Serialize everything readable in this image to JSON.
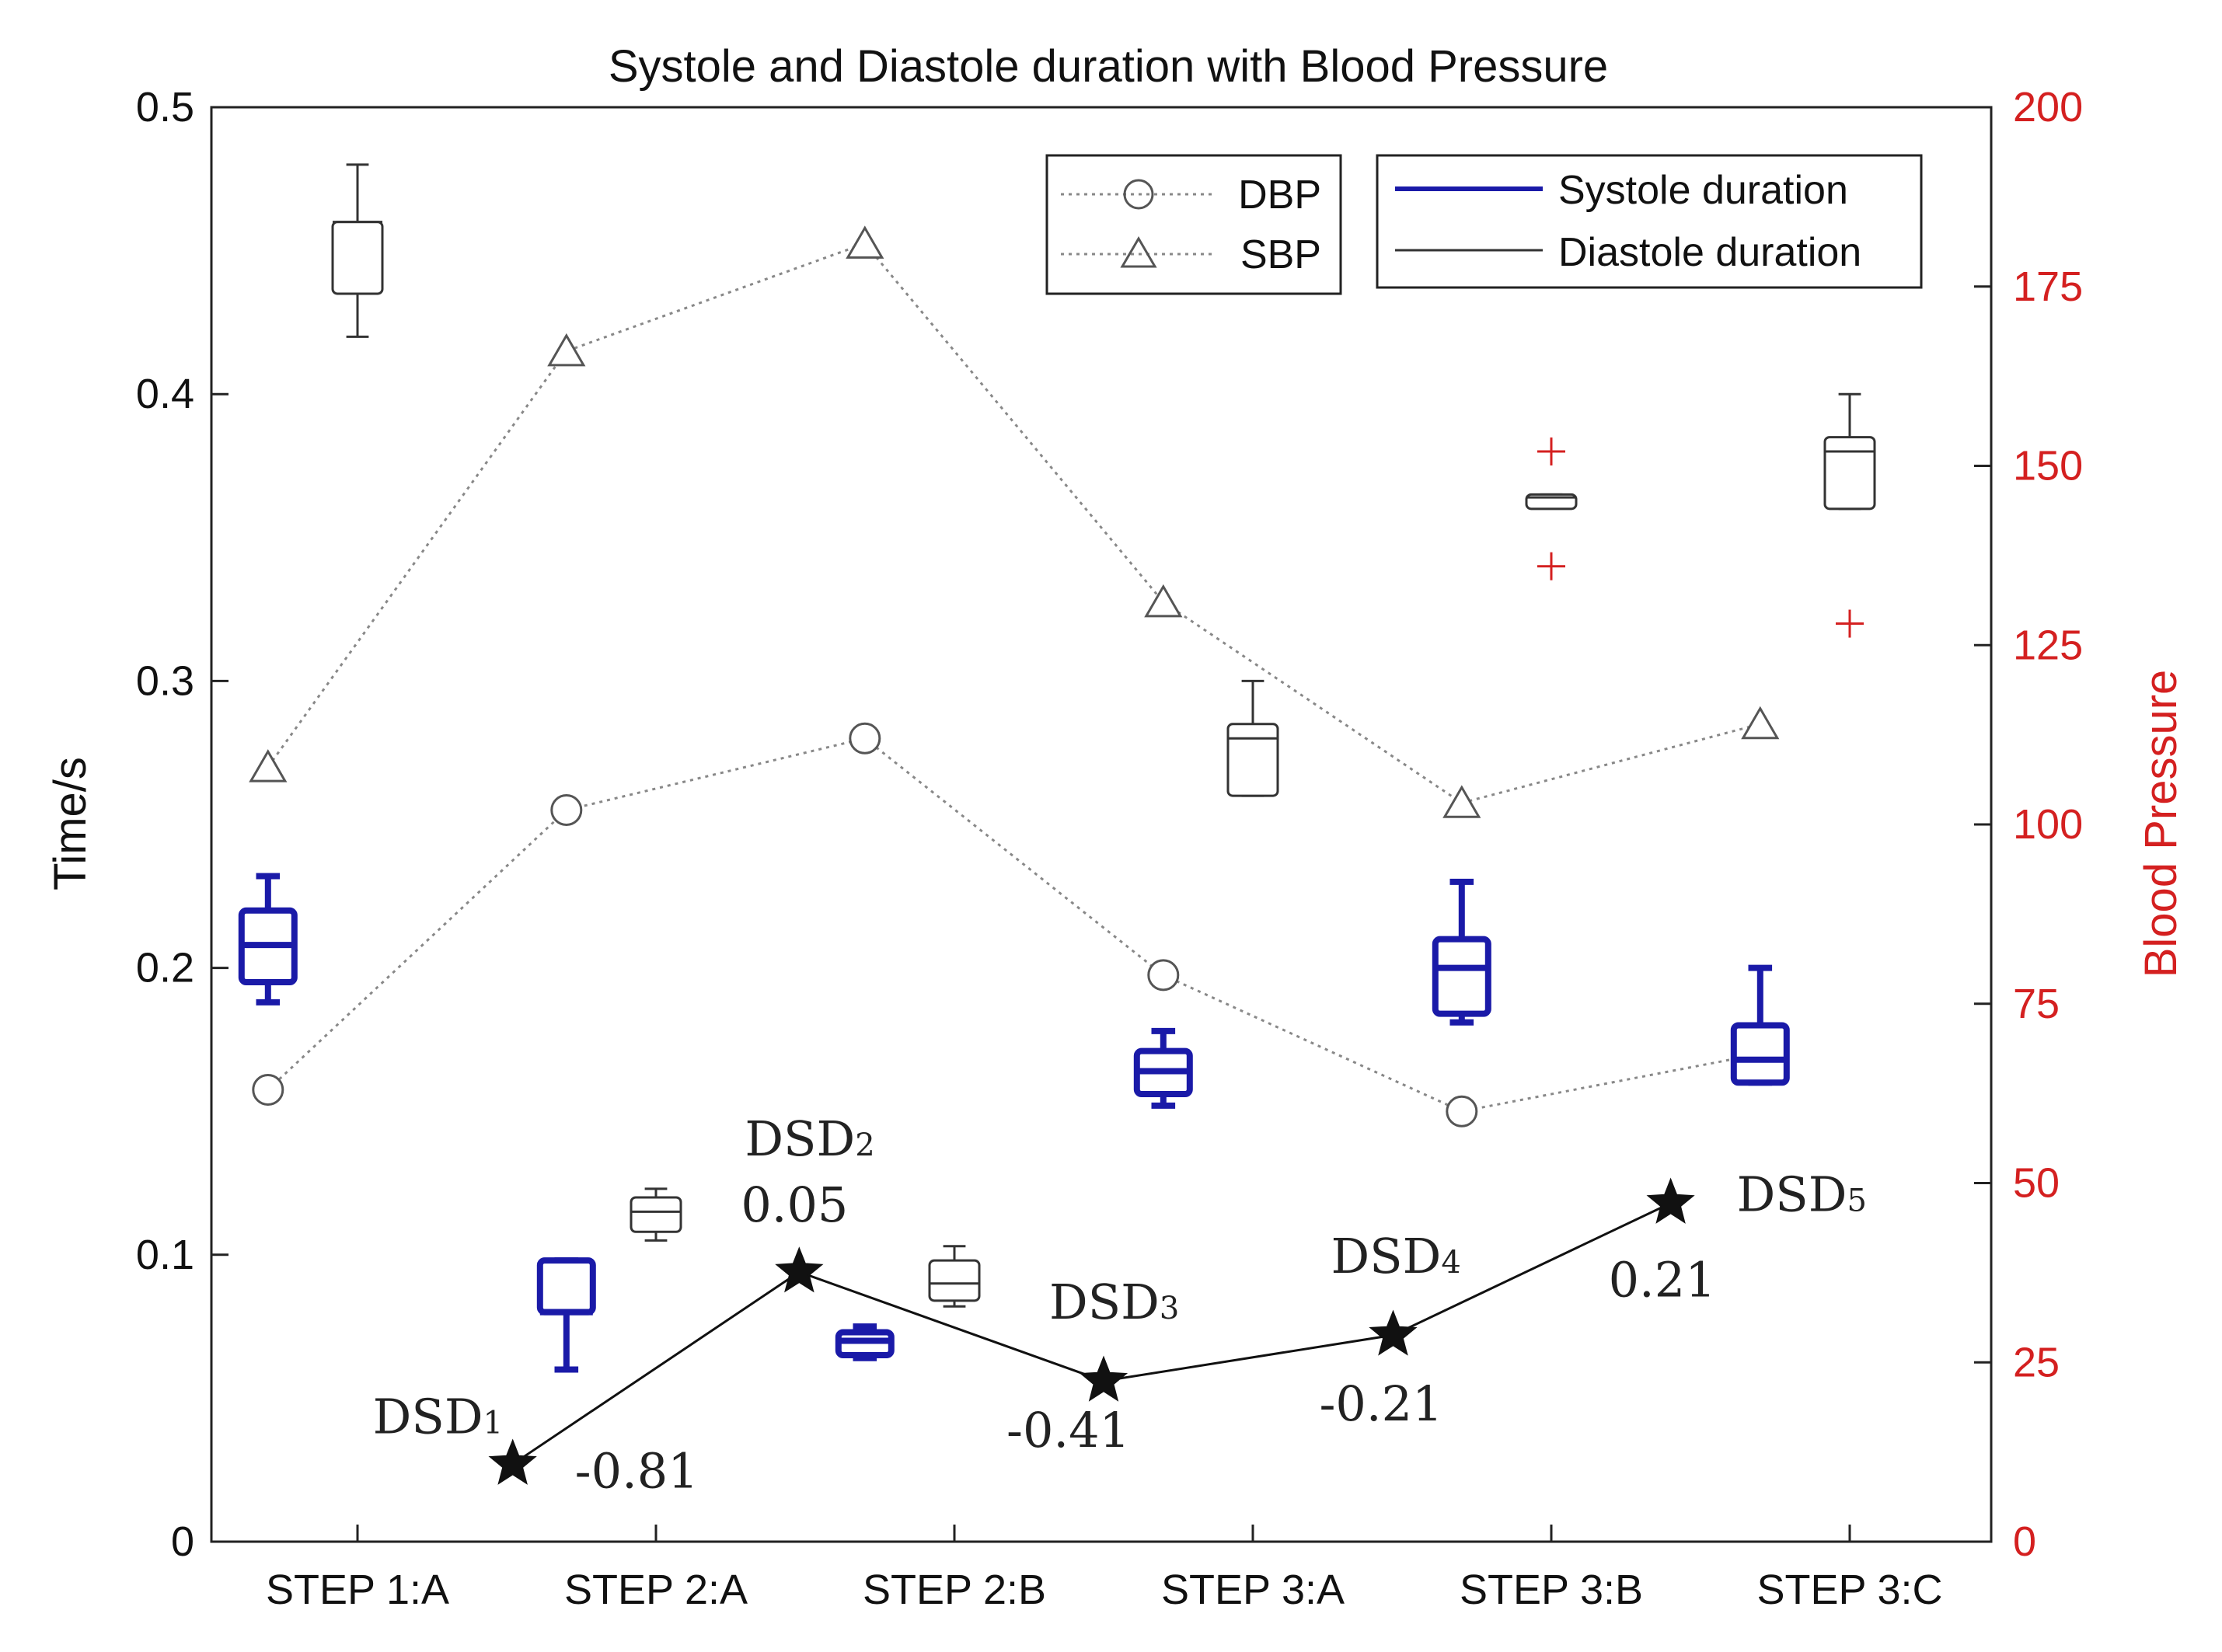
{
  "chart_data": {
    "type": "box+line",
    "title": "Systole and Diastole duration with Blood Pressure",
    "ylabel_left": "Time/s",
    "ylabel_right": "Blood Pressure",
    "categories": [
      "STEP 1:A",
      "STEP 2:A",
      "STEP 2:B",
      "STEP 3:A",
      "STEP 3:B",
      "STEP 3:C"
    ],
    "ylim_left": [
      0,
      0.5
    ],
    "yticks_left": [
      "0",
      "0.1",
      "0.2",
      "0.3",
      "0.4",
      "0.5"
    ],
    "ylim_right": [
      0,
      200
    ],
    "yticks_right": [
      "0",
      "25",
      "50",
      "75",
      "100",
      "125",
      "150",
      "175",
      "200"
    ],
    "grid": false,
    "legend_position": "top-right",
    "legends": {
      "pressure": [
        {
          "name": "DBP",
          "marker": "circle"
        },
        {
          "name": "SBP",
          "marker": "triangle"
        }
      ],
      "duration": [
        {
          "name": "Systole duration",
          "color": "#1a1aa8"
        },
        {
          "name": "Diastole duration",
          "color": "#333333"
        }
      ]
    },
    "series_pressure": [
      {
        "name": "DBP",
        "axis": "right",
        "x": [
          -0.3,
          0.7,
          1.7,
          2.7,
          3.7,
          4.7
        ],
        "values": [
          63,
          102,
          112,
          79,
          60,
          68
        ]
      },
      {
        "name": "SBP",
        "axis": "right",
        "x": [
          -0.3,
          0.7,
          1.7,
          2.7,
          3.7,
          4.7
        ],
        "values": [
          108,
          166,
          181,
          131,
          103,
          114
        ]
      }
    ],
    "systole_boxes": [
      {
        "x": -0.3,
        "whisker_low": 0.188,
        "q1": 0.195,
        "median": 0.208,
        "q3": 0.22,
        "whisker_high": 0.232
      },
      {
        "x": 0.7,
        "whisker_low": 0.06,
        "q1": 0.08,
        "median": 0.08,
        "q3": 0.098,
        "whisker_high": 0.098
      },
      {
        "x": 1.7,
        "whisker_low": 0.064,
        "q1": 0.065,
        "median": 0.07,
        "q3": 0.073,
        "whisker_high": 0.075
      },
      {
        "x": 2.7,
        "whisker_low": 0.152,
        "q1": 0.156,
        "median": 0.164,
        "q3": 0.171,
        "whisker_high": 0.178
      },
      {
        "x": 3.7,
        "whisker_low": 0.181,
        "q1": 0.184,
        "median": 0.2,
        "q3": 0.21,
        "whisker_high": 0.23
      },
      {
        "x": 4.7,
        "whisker_low": 0.16,
        "q1": 0.16,
        "median": 0.168,
        "q3": 0.18,
        "whisker_high": 0.2
      }
    ],
    "diastole_boxes": [
      {
        "x": 0.0,
        "whisker_low": 0.42,
        "q1": 0.435,
        "median": 0.46,
        "q3": 0.46,
        "whisker_high": 0.48,
        "outliers": []
      },
      {
        "x": 1.0,
        "whisker_low": 0.105,
        "q1": 0.108,
        "median": 0.115,
        "q3": 0.12,
        "whisker_high": 0.123,
        "outliers": []
      },
      {
        "x": 2.0,
        "whisker_low": 0.082,
        "q1": 0.084,
        "median": 0.09,
        "q3": 0.098,
        "whisker_high": 0.103,
        "outliers": []
      },
      {
        "x": 3.0,
        "whisker_low": 0.26,
        "q1": 0.26,
        "median": 0.28,
        "q3": 0.285,
        "whisker_high": 0.3,
        "outliers": []
      },
      {
        "x": 4.0,
        "whisker_low": 0.362,
        "q1": 0.36,
        "median": 0.364,
        "q3": 0.365,
        "whisker_high": 0.365,
        "outliers": [
          0.38,
          0.34
        ]
      },
      {
        "x": 5.0,
        "whisker_low": 0.36,
        "q1": 0.36,
        "median": 0.38,
        "q3": 0.385,
        "whisker_high": 0.4,
        "outliers": [
          0.32
        ]
      }
    ],
    "dsd_points": [
      {
        "label": "DSD",
        "sub": "1",
        "value_label": "-0.81",
        "x": 0.52,
        "y": 0.027
      },
      {
        "label": "DSD",
        "sub": "2",
        "value_label": "0.05",
        "x": 1.48,
        "y": 0.094
      },
      {
        "label": "DSD",
        "sub": "3",
        "value_label": "-0.41",
        "x": 2.5,
        "y": 0.056
      },
      {
        "label": "DSD",
        "sub": "4",
        "value_label": "-0.21",
        "x": 3.47,
        "y": 0.072
      },
      {
        "label": "DSD",
        "sub": "5",
        "value_label": "0.21",
        "x": 4.4,
        "y": 0.118
      }
    ]
  }
}
